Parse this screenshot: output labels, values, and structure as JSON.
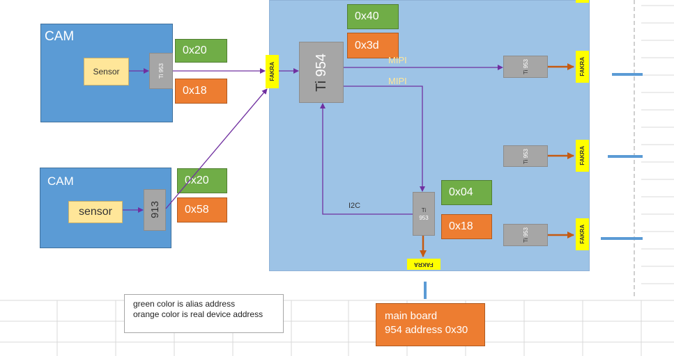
{
  "board": {
    "alias_top": "0x40",
    "real_top": "0x3d",
    "main_chip_vendor": "Ti",
    "main_chip_model": "954",
    "mipi_1": "MIPI",
    "mipi_2": "MIPI",
    "fakra_in": "FAKRA",
    "fakra_bottom": "FAKRA",
    "i2c": "I2C",
    "lower_chip_vendor": "Ti",
    "lower_chip_model": "953",
    "lower_alias": "0x04",
    "lower_real": "0x18",
    "out_chips": [
      {
        "vendor": "Ti",
        "model": "953",
        "fakra": "FAKRA"
      },
      {
        "vendor": "Ti",
        "model": "953",
        "fakra": "FAKRA"
      },
      {
        "vendor": "Ti",
        "model": "953",
        "fakra": "FAKRA"
      }
    ]
  },
  "cam1": {
    "title": "CAM",
    "sensor": "Sensor",
    "chip_vendor": "Ti",
    "chip_model": "953",
    "alias": "0x20",
    "real": "0x18"
  },
  "cam2": {
    "title": "CAM",
    "sensor": "sensor",
    "chip_model": "913",
    "alias": "0x20",
    "real": "0x58"
  },
  "legend": {
    "line1": "green color is alias address",
    "line2": "orange color is real device address"
  },
  "mainboard": {
    "line1": "main board",
    "line2": "954 address 0x30"
  },
  "colors": {
    "alias": "#70ad47",
    "real": "#ed7d31",
    "board": "#9dc3e6",
    "cam": "#5b9bd5",
    "arrow_purple": "#7030a0",
    "arrow_orange": "#c55a11"
  }
}
